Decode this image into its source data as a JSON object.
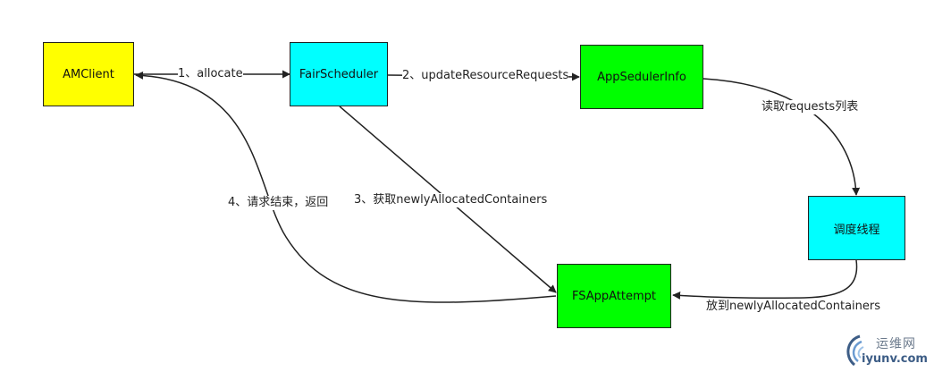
{
  "nodes": {
    "amclient": {
      "label": "AMClient",
      "color": "#ffff00"
    },
    "fairscheduler": {
      "label": "FairScheduler",
      "color": "#00ffff"
    },
    "appsedulerinfo": {
      "label": "AppSedulerInfo",
      "color": "#00ff00"
    },
    "dispatch_thread": {
      "label": "调度线程",
      "color": "#00ffff"
    },
    "fsappattempt": {
      "label": "FSAppAttempt",
      "color": "#00ff00"
    }
  },
  "edges": {
    "allocate": "1、allocate",
    "update_requests": "2、updateResourceRequests",
    "read_requests": "读取requests列表",
    "get_containers": "3、获取newlyAllocatedContainers",
    "put_containers": "放到newlyAllocatedContainers",
    "request_end": "4、请求结束，返回"
  },
  "watermark": {
    "cn": "运维网",
    "en": "iyunv.com"
  }
}
